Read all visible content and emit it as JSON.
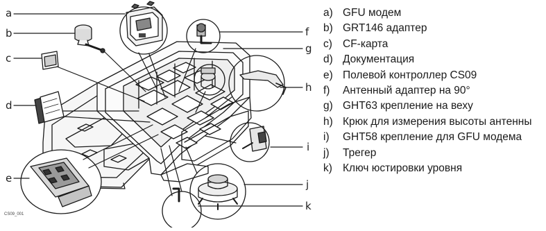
{
  "figure": {
    "code": "CS09_001",
    "callouts": [
      "a",
      "b",
      "c",
      "d",
      "e",
      "f",
      "g",
      "h",
      "i",
      "j",
      "k"
    ]
  },
  "legend": [
    {
      "key": "a)",
      "text": "GFU модем"
    },
    {
      "key": "b)",
      "text": "GRT146 адаптер"
    },
    {
      "key": "c)",
      "text": "CF-карта"
    },
    {
      "key": "d)",
      "text": "Документация"
    },
    {
      "key": "e)",
      "text": "Полевой контроллер CS09"
    },
    {
      "key": "f)",
      "text": "Антенный адаптер на 90°"
    },
    {
      "key": "g)",
      "text": "GHT63 крепление на веху"
    },
    {
      "key": "h)",
      "text": "Крюк для измерения высоты антенны"
    },
    {
      "key": "i)",
      "text": "GHT58 крепление для GFU модема"
    },
    {
      "key": "j)",
      "text": "Трегер"
    },
    {
      "key": "k)",
      "text": "Ключ юстировки уровня"
    }
  ]
}
